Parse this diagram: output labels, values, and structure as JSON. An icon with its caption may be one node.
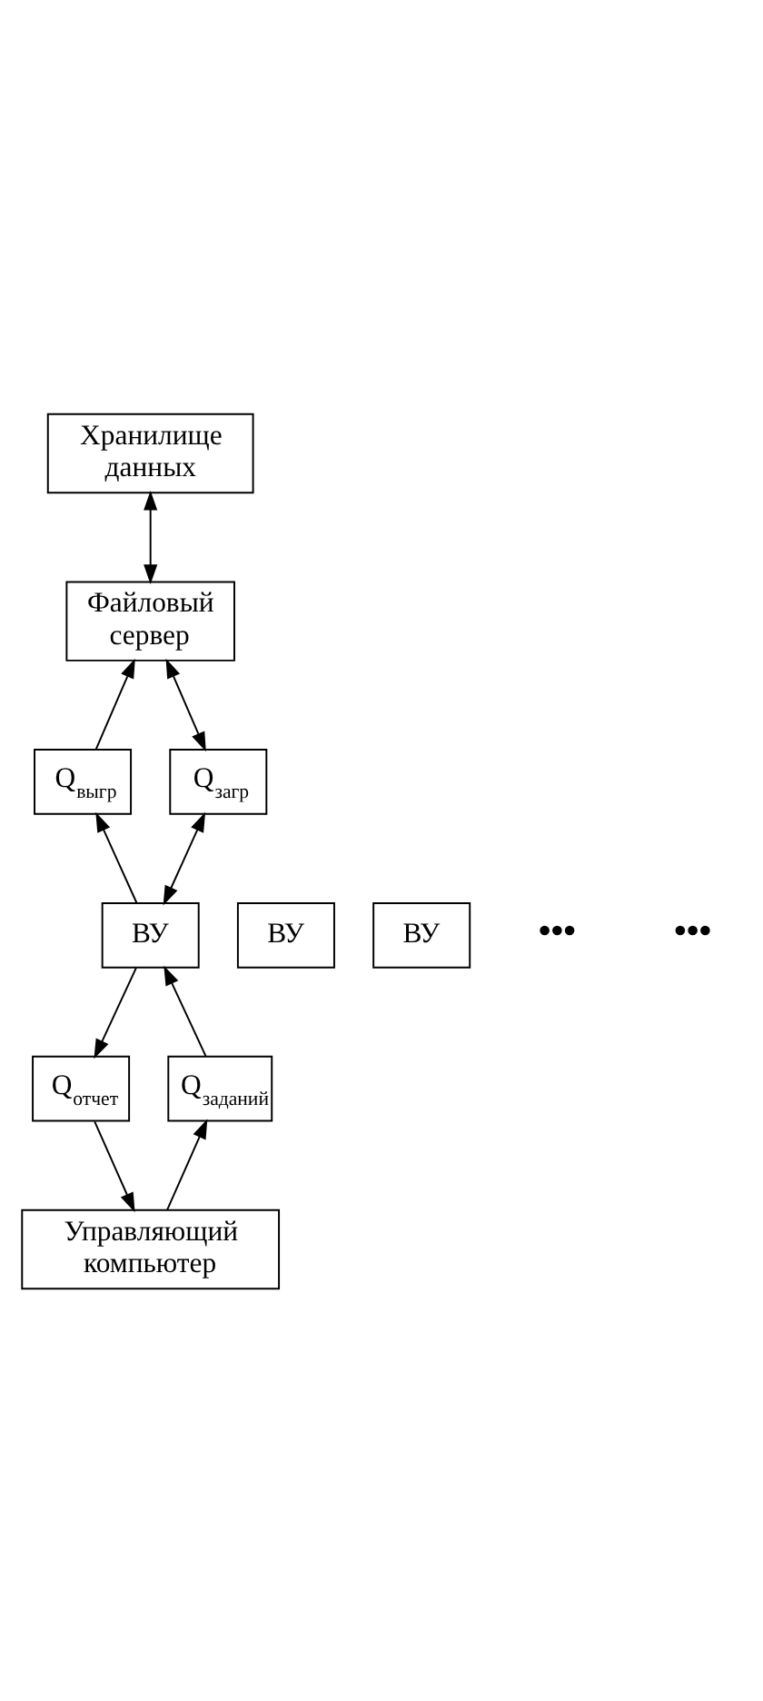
{
  "diagram": {
    "nodes": [
      {
        "text": [
          "Хранилище данных"
        ]
      },
      {
        "text": [
          "Файловый сервер"
        ]
      },
      {
        "text": [
          "Q$_{выгр}$"
        ]
      },
      {
        "text": [
          "Q$_{загр}$"
        ]
      },
      {
        "text": [
          "ВУ"
        ]
      },
      {
        "text": [
          "ВУ"
        ]
      },
      {
        "text": [
          "ВУ"
        ]
      },
      {
        "text": [
          "Q$_{отчет}$"
        ]
      },
      {
        "text": [
          "Q$_{заданий}$"
        ]
      },
      {
        "text": [
          "Управляющий компьютер"
        ]
      }
    ],
    "edges": [
      {
        "from": 0,
        "to": 1,
        "arrow": "both"
      },
      {
        "from": 2,
        "to": 1,
        "arrow": "to"
      },
      {
        "from": 1,
        "to": 3,
        "arrow": "both"
      },
      {
        "from": 5,
        "to": 2,
        "arrow": "to"
      },
      {
        "from": 3,
        "to": 5,
        "arrow": "both"
      },
      {
        "from": 5,
        "to": 7,
        "arrow": "to"
      },
      {
        "from": 8,
        "to": 5,
        "arrow": "to"
      },
      {
        "from": 7,
        "to": 9,
        "arrow": "to"
      },
      {
        "from": 9,
        "to": 8,
        "arrow": "to"
      }
    ],
    "labels": [
      "•••",
      "•••"
    ]
  }
}
